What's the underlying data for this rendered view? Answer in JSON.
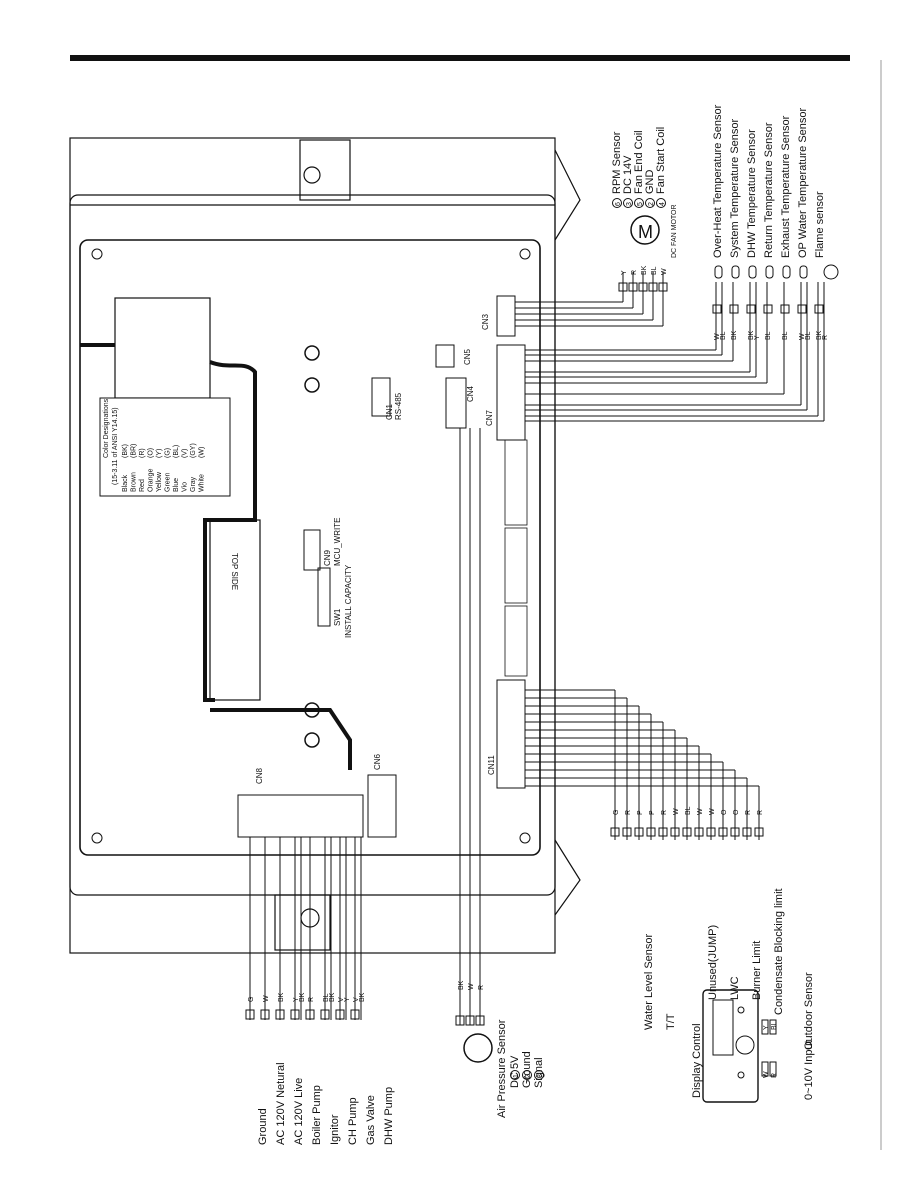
{
  "board": {
    "connectors": [
      "CN1",
      "CN3",
      "CN4",
      "CN5",
      "CN6",
      "CN7",
      "CN8",
      "CN9",
      "CN11"
    ],
    "rs485": "RS-485",
    "mcu_write": "MCU_WRITE",
    "sw1": "SW1",
    "install_capacity": "INSTALL CAPACITY",
    "top_side": "TOP SIDE"
  },
  "color_legend": {
    "title": "Color Designations",
    "subtitle": "(15-3.11 of ANSI Y14.15)",
    "rows": [
      {
        "name": "Black",
        "code": "(BK)"
      },
      {
        "name": "Brown",
        "code": "(BR)"
      },
      {
        "name": "Red",
        "code": "(R)"
      },
      {
        "name": "Orange",
        "code": "(O)"
      },
      {
        "name": "Yellow",
        "code": "(Y)"
      },
      {
        "name": "Green",
        "code": "(G)"
      },
      {
        "name": "Blue",
        "code": "(BL)"
      },
      {
        "name": "Vio",
        "code": "(V)"
      },
      {
        "name": "Gray",
        "code": "(GY)"
      },
      {
        "name": "White",
        "code": "(W)"
      }
    ]
  },
  "fan_motor": {
    "legend": [
      {
        "num": "6",
        "label": "RPM Sensor"
      },
      {
        "num": "3",
        "label": "DC 14V"
      },
      {
        "num": "5",
        "label": "Fan End Coil"
      },
      {
        "num": "2",
        "label": "GND"
      },
      {
        "num": "4",
        "label": "Fan Start Coil"
      }
    ],
    "motor_label": "DC FAN MOTOR",
    "motor_letter": "M",
    "wire_colors": [
      "Y",
      "R",
      "BK",
      "BL",
      "W"
    ]
  },
  "cn7_sensors": [
    {
      "label": "Over-Heat Temperature Sensor",
      "wires": [
        "W",
        "BL"
      ]
    },
    {
      "label": "System Temperature Sensor",
      "wires": [
        "BK"
      ]
    },
    {
      "label": "DHW Temperature Sensor",
      "wires": [
        "BK",
        "Y"
      ]
    },
    {
      "label": "Return Temperature Sensor",
      "wires": [
        "BL"
      ]
    },
    {
      "label": "Exhaust Temperature Sensor",
      "wires": [
        "BL"
      ]
    },
    {
      "label": "OP Water Temperature Sensor",
      "wires": [
        "W",
        "BL"
      ]
    },
    {
      "label": "Flame sensor",
      "wires": [
        "BK",
        "R"
      ]
    }
  ],
  "cn9_loads": [
    {
      "label": "Ground",
      "wires": [
        "G"
      ]
    },
    {
      "label": "AC 120V Netural",
      "wires": [
        "W"
      ]
    },
    {
      "label": "AC 120V Live",
      "wires": [
        "BK"
      ]
    },
    {
      "label": "Boiler Pump",
      "wires": [
        "Y",
        "BK"
      ]
    },
    {
      "label": "Ignitor",
      "wires": [
        "R"
      ]
    },
    {
      "label": "CH Pump",
      "wires": [
        "BL",
        "BK"
      ]
    },
    {
      "label": "Gas Valve",
      "wires": [
        "V",
        "Y"
      ]
    },
    {
      "label": "DHW Pump",
      "wires": [
        "V",
        "BK"
      ]
    }
  ],
  "air_pressure": {
    "label": "Air Pressure Sensor",
    "pins": [
      {
        "num": "1",
        "label": "DC 5V"
      },
      {
        "num": "2",
        "label": "Ground"
      },
      {
        "num": "3",
        "label": "Signal"
      }
    ],
    "wires": [
      "BK",
      "W",
      "R"
    ]
  },
  "cn11_devices": [
    {
      "label": "Water Level Sensor",
      "wires": [
        "G",
        "R"
      ]
    },
    {
      "label": "T/T",
      "wires": [
        "P",
        "P"
      ]
    },
    {
      "label": "Unused(JUMP)",
      "wires": [
        "R",
        "W"
      ]
    },
    {
      "label": "LWC",
      "wires": [
        "BL",
        "W",
        "W"
      ]
    },
    {
      "label": "Burner Limit",
      "wires": [
        "O",
        "O"
      ]
    },
    {
      "label": "Condensate Blocking limit",
      "wires": [
        "R",
        "R"
      ]
    }
  ],
  "display": {
    "label": "Display Control",
    "outdoor": "Outdoor Sensor",
    "input": "0~10V Input",
    "outdoor_wires": [
      "Y",
      "BL"
    ],
    "input_wires": [
      "W",
      "R"
    ]
  }
}
